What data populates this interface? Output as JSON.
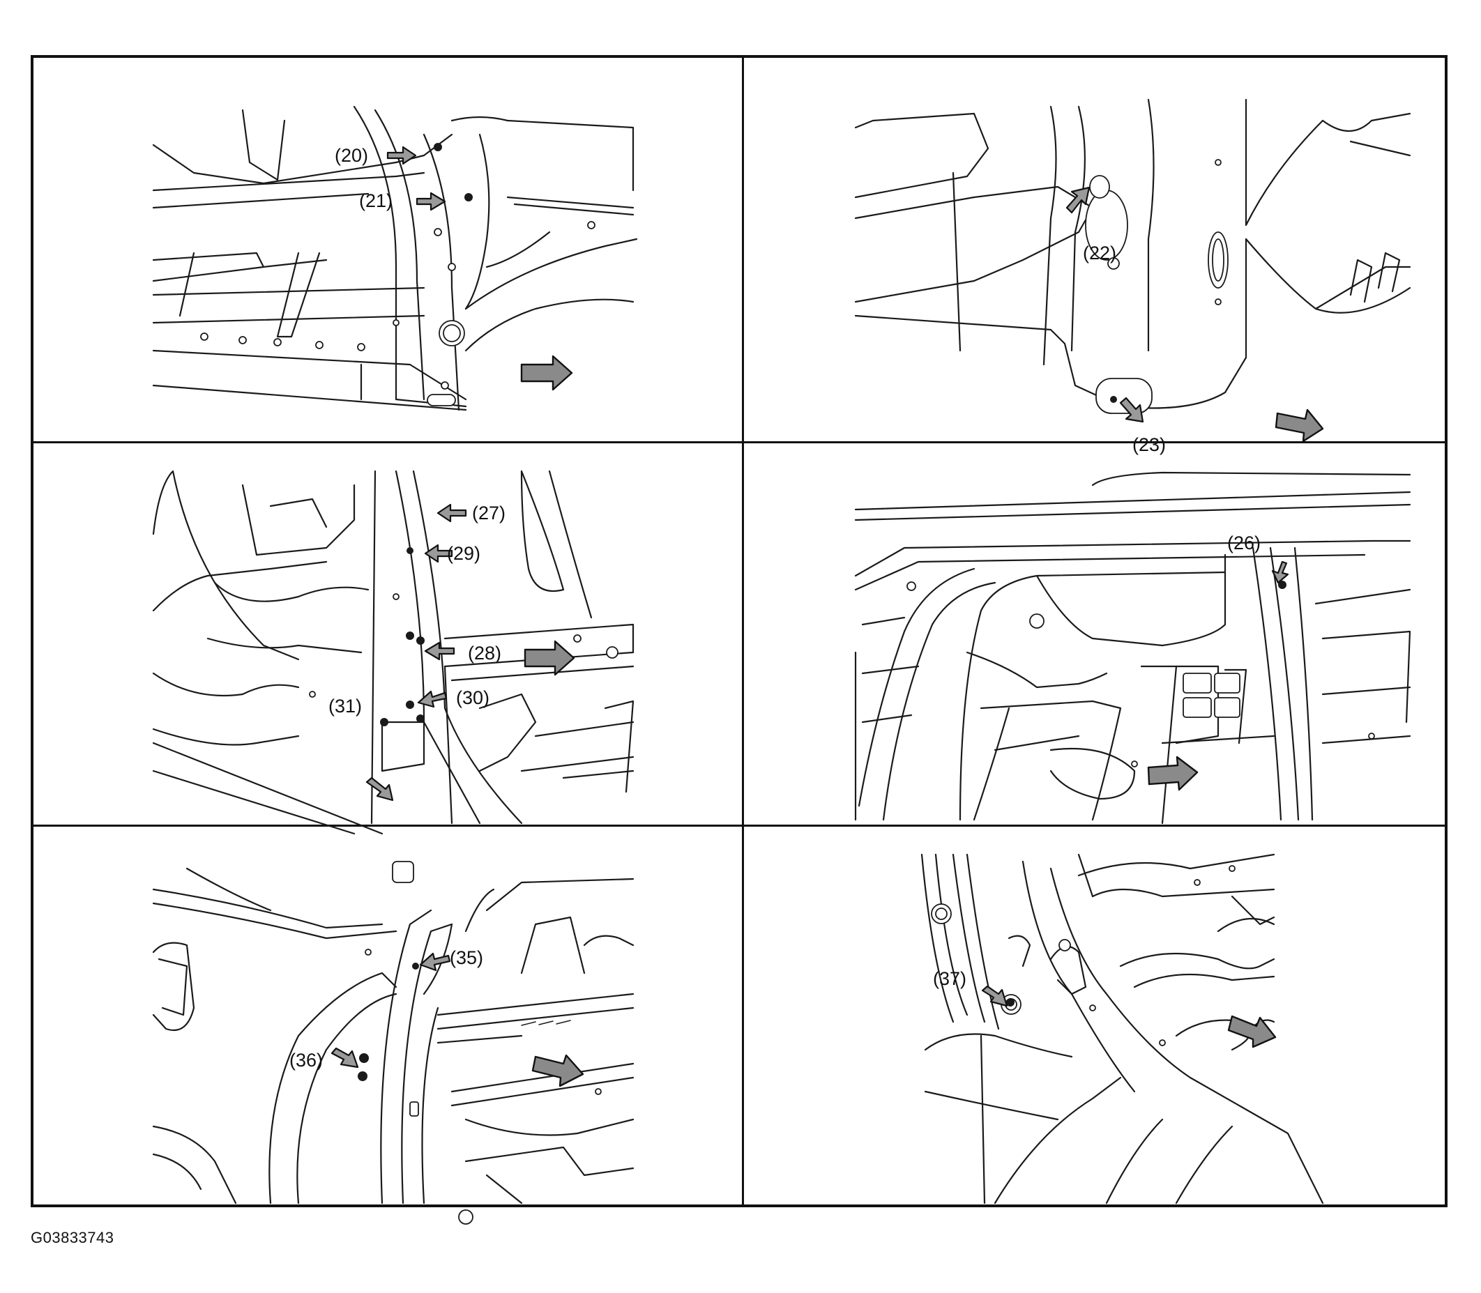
{
  "figure_id": "G03833743",
  "panels": [
    {
      "callouts": [
        "(20)",
        "(21)"
      ]
    },
    {
      "callouts": [
        "(22)",
        "(23)"
      ]
    },
    {
      "callouts": [
        "(27)",
        "(29)",
        "(28)",
        "(30)",
        "(31)"
      ]
    },
    {
      "callouts": [
        "(26)"
      ]
    },
    {
      "callouts": [
        "(35)",
        "(36)"
      ]
    },
    {
      "callouts": [
        "(37)"
      ]
    }
  ]
}
